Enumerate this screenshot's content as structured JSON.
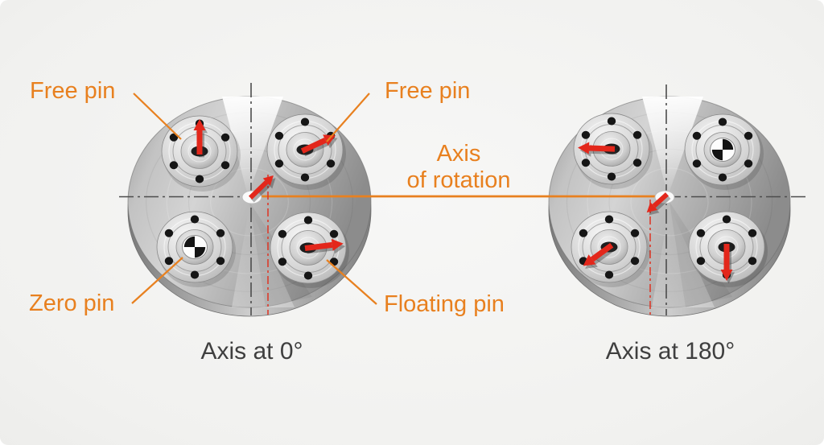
{
  "diagram": {
    "labels": {
      "free_pin_left": "Free pin",
      "free_pin_right": "Free pin",
      "axis_line1": "Axis",
      "axis_line2": "of rotation",
      "zero_pin": "Zero pin",
      "floating_pin": "Floating pin",
      "caption_left": "Axis at 0°",
      "caption_right": "Axis at 180°"
    },
    "colors": {
      "accent_orange": "#e8801f",
      "arrow_red": "#e3271b",
      "offset_line_red": "#dc3b2b",
      "centerline_dark": "#4c4c4c",
      "caption_text": "#3f3f3f",
      "background": "#f4f4f3"
    }
  }
}
